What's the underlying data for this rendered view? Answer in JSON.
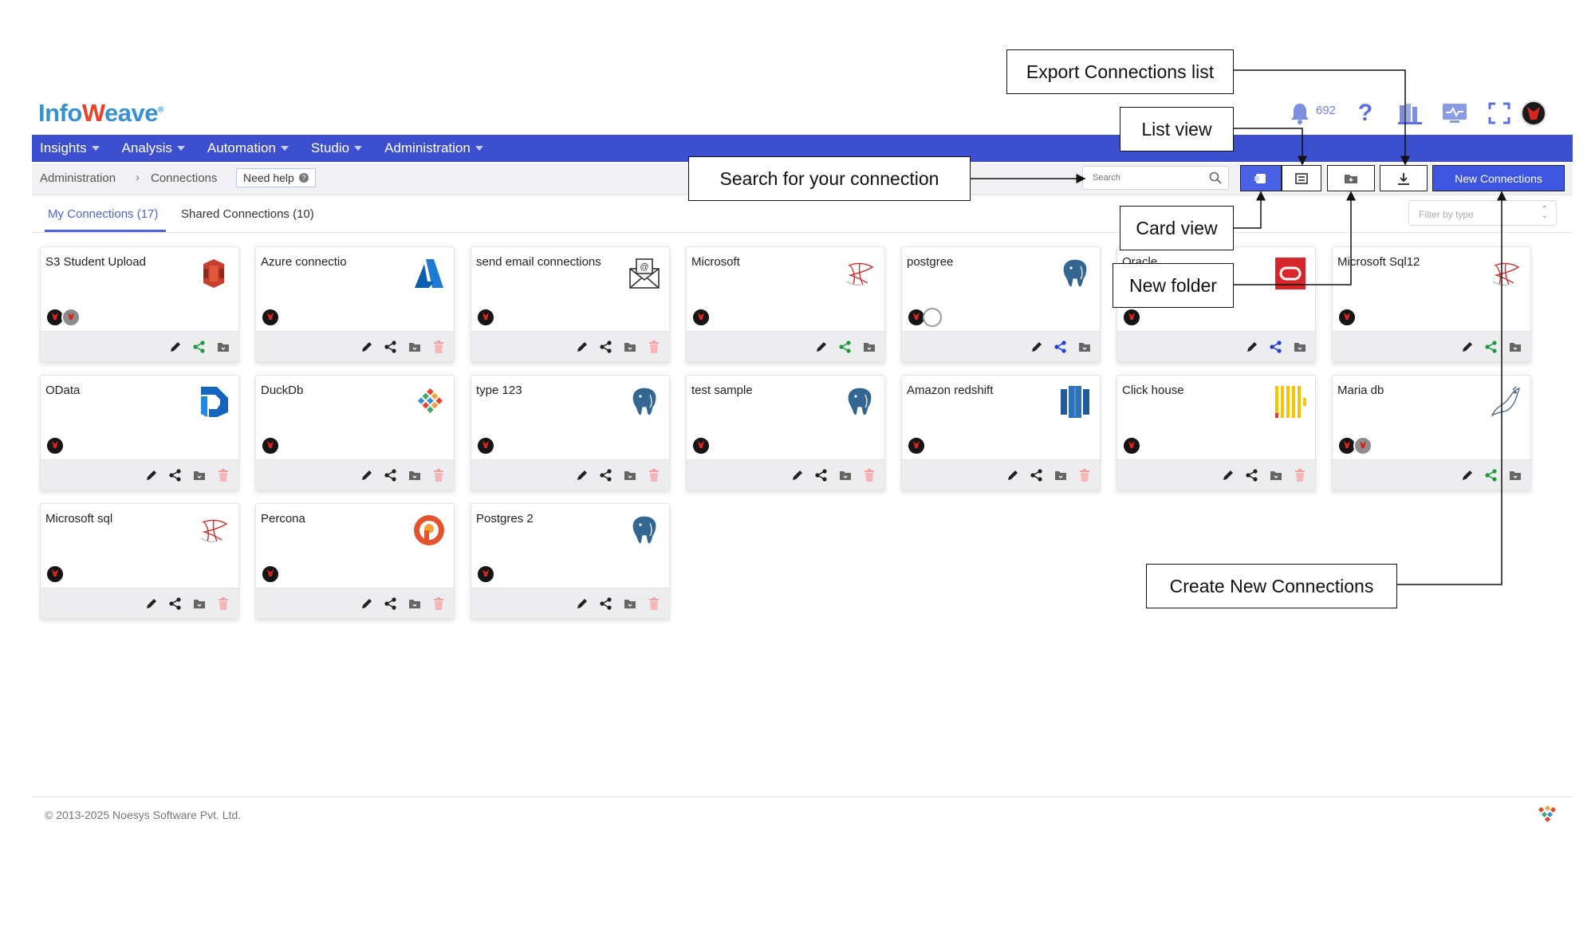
{
  "brand": {
    "logo_text_a": "Info",
    "logo_text_b": "eave",
    "logo_mark": "®"
  },
  "header": {
    "notification_count": "692"
  },
  "nav": [
    {
      "label": "Insights"
    },
    {
      "label": "Analysis"
    },
    {
      "label": "Automation"
    },
    {
      "label": "Studio"
    },
    {
      "label": "Administration"
    }
  ],
  "breadcrumb": {
    "root": "Administration",
    "current": "Connections",
    "help": "Need help"
  },
  "search": {
    "placeholder": "Search"
  },
  "toolbar": {
    "new_connections": "New Connections"
  },
  "tabs": {
    "my": "My Connections (17)",
    "shared": "Shared Connections (10)"
  },
  "filter": {
    "placeholder": "Filter by type"
  },
  "cards": [
    {
      "title": "S3 Student Upload",
      "icon": "aws-s3-icon"
    },
    {
      "title": "Azure connectio",
      "icon": "azure-icon"
    },
    {
      "title": "send email connections",
      "icon": "email-icon"
    },
    {
      "title": "Microsoft",
      "icon": "sql-server-icon"
    },
    {
      "title": "postgree",
      "icon": "postgres-icon"
    },
    {
      "title": "Oracle",
      "icon": "oracle-icon"
    },
    {
      "title": "Microsoft Sql12",
      "icon": "sql-server-icon"
    },
    {
      "title": "OData",
      "icon": "odata-icon"
    },
    {
      "title": "DuckDb",
      "icon": "duckdb-icon"
    },
    {
      "title": "type 123",
      "icon": "postgres-icon"
    },
    {
      "title": "test sample",
      "icon": "postgres-icon"
    },
    {
      "title": "Amazon redshift",
      "icon": "redshift-icon"
    },
    {
      "title": "Click house",
      "icon": "clickhouse-icon"
    },
    {
      "title": "Maria db",
      "icon": "mariadb-icon"
    },
    {
      "title": "Microsoft sql",
      "icon": "sql-server-icon"
    },
    {
      "title": "Percona",
      "icon": "percona-icon"
    },
    {
      "title": "Postgres 2",
      "icon": "postgres-icon"
    }
  ],
  "annotations": {
    "export": "Export Connections list",
    "list_view": "List view",
    "search": "Search for your connection",
    "card_view": "Card view",
    "new_folder": "New folder",
    "create": "Create New Connections"
  },
  "footer": {
    "copyright": "© 2013-2025 Noesys Software Pvt. Ltd."
  },
  "colors": {
    "accent": "#3c4fcf",
    "primary_button": "#3d55e0",
    "active_tab": "#4d63d8"
  }
}
